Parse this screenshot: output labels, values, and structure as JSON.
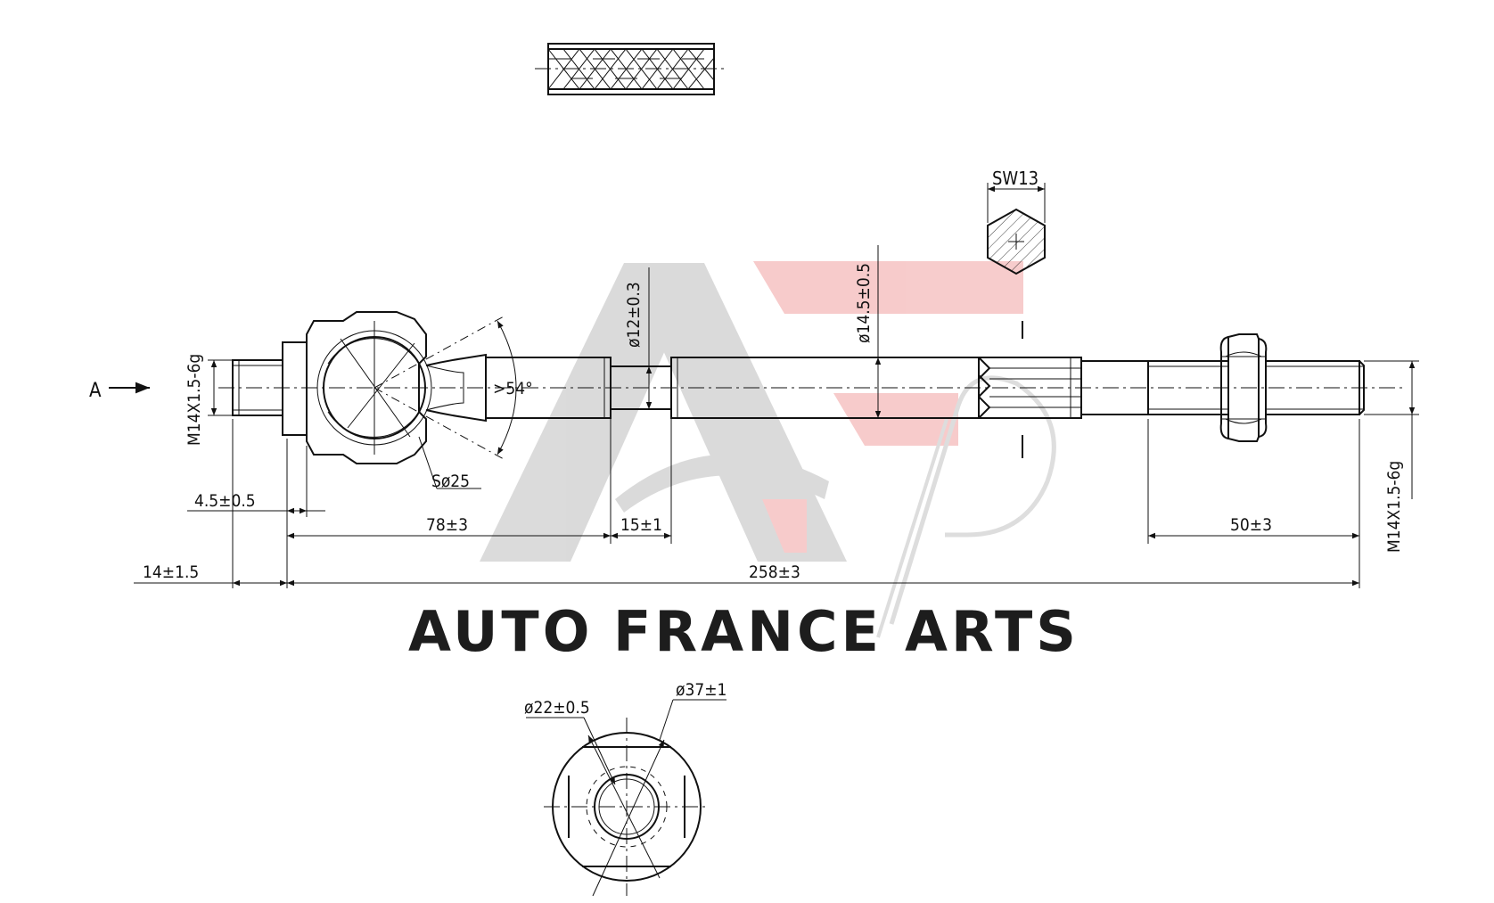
{
  "watermark": {
    "words": [
      "AUTO",
      "FRANCE",
      "ARTS"
    ],
    "grey": "#d9d9d9",
    "red": "#f7c9c9"
  },
  "labels": {
    "view_arrow": "A",
    "sw": "SW13",
    "thread_left": "M14X1.5-6g",
    "thread_right": "M14X1.5-6g",
    "dia_12": "ø12±0.3",
    "dia_14_5": "ø14.5±0.5",
    "angle": ">54°",
    "sphere": "Sø25",
    "dim_4_5": "4.5±0.5",
    "dim_78": "78±3",
    "dim_15": "15±1",
    "dim_50": "50±3",
    "dim_14": "14±1.5",
    "dim_258": "258±3",
    "dia_22": "ø22±0.5",
    "dia_37": "ø37±1"
  },
  "colors": {
    "line": "#111111",
    "background": "#ffffff"
  }
}
